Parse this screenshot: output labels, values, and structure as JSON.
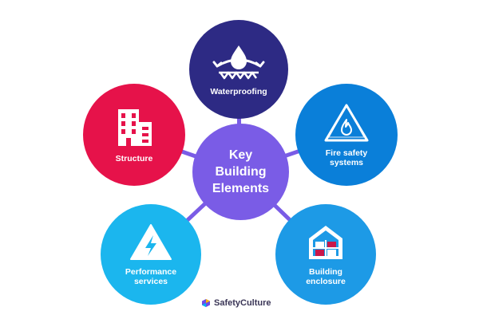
{
  "center": {
    "label": "Key\nBuilding\nElements",
    "color": "#7a5ce6"
  },
  "connector_color": "#7a5ce6",
  "nodes": [
    {
      "label": "Waterproofing",
      "color": "#2d2a84",
      "icon": "water-drop-icon"
    },
    {
      "label": "Structure",
      "color": "#e6124a",
      "icon": "building-icon"
    },
    {
      "label": "Fire safety\nsystems",
      "color": "#0a7fd9",
      "icon": "fire-warning-icon"
    },
    {
      "label": "Performance\nservices",
      "color": "#1bb6ee",
      "icon": "electricity-warning-icon"
    },
    {
      "label": "Building\nenclosure",
      "color": "#1d9ae6",
      "icon": "house-cross-section-icon"
    }
  ],
  "footer": {
    "brand": "SafetyCulture",
    "icon": "safetyculture-logo-icon"
  }
}
